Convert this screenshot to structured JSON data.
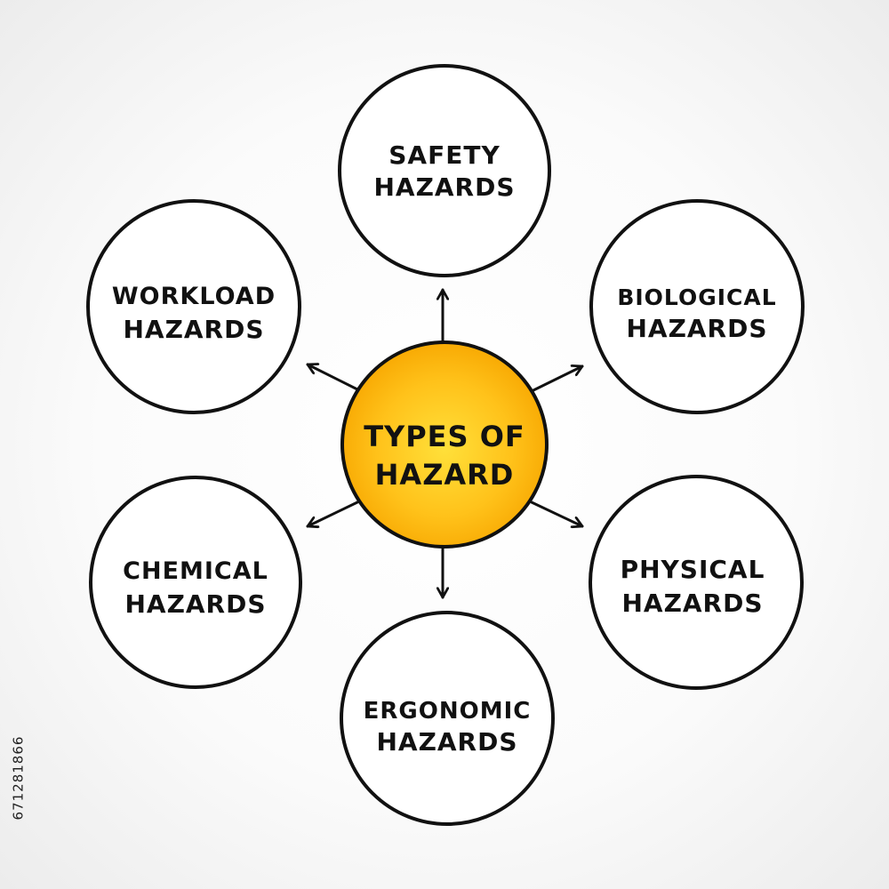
{
  "center": {
    "line1": "TYPES OF",
    "line2": "HAZARD",
    "fill_color": "#F7A600",
    "highlight_color": "#FFE03A"
  },
  "branches": [
    {
      "id": "safety",
      "line1": "SAFETY",
      "line2": "HAZARDS"
    },
    {
      "id": "biological",
      "line1": "BIOLOGICAL",
      "line2": "HAZARDS"
    },
    {
      "id": "physical",
      "line1": "PHYSICAL",
      "line2": "HAZARDS"
    },
    {
      "id": "ergonomic",
      "line1": "ERGONOMIC",
      "line2": "HAZARDS"
    },
    {
      "id": "chemical",
      "line1": "CHEMICAL",
      "line2": "HAZARDS"
    },
    {
      "id": "workload",
      "line1": "WORKLOAD",
      "line2": "HAZARDS"
    }
  ],
  "stock_id": "671281866",
  "colors": {
    "outline": "#111111",
    "node_fill": "#FFFFFF",
    "text": "#111111"
  }
}
